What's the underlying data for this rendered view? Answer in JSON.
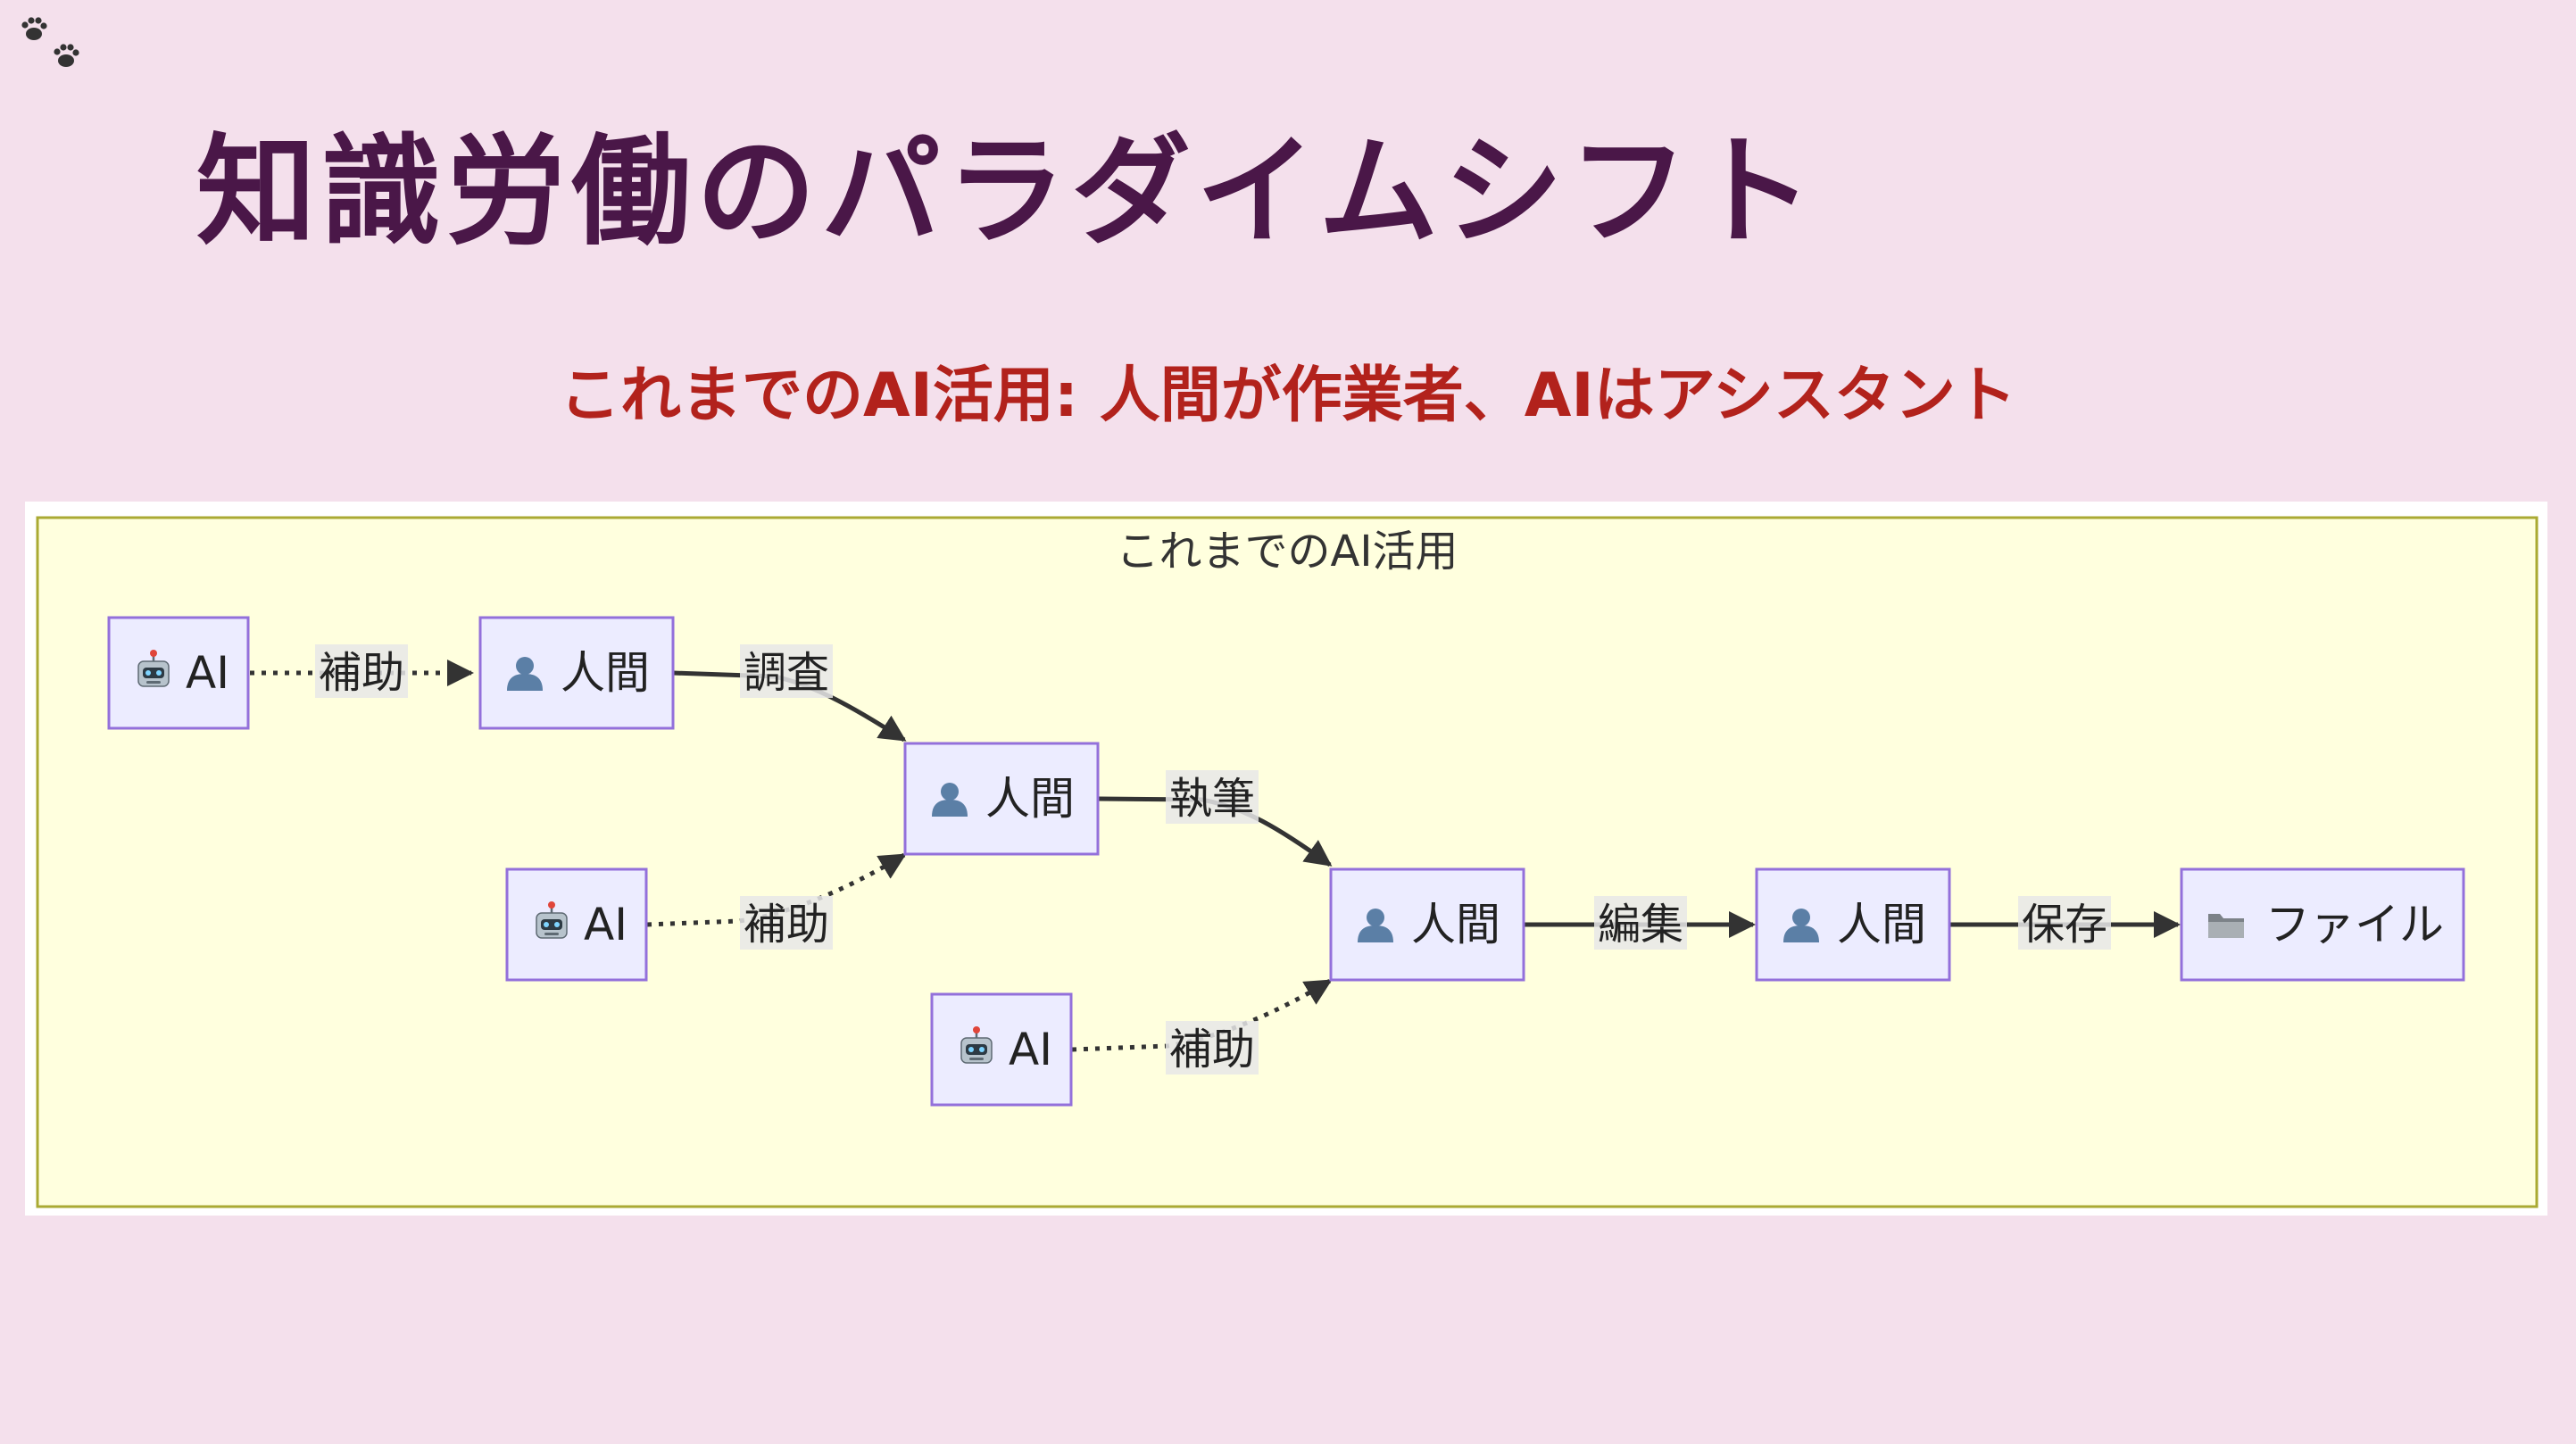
{
  "title": "知識労働のパラダイムシフト",
  "subtitle": "これまでのAI活用: 人間が作業者、AIはアシスタント",
  "icons": {
    "logo": "paw-prints-icon",
    "ai": "robot-icon",
    "human": "person-icon",
    "file": "folder-icon"
  },
  "colors": {
    "background": "#f4e0ec",
    "title": "#4a1748",
    "subtitle": "#b2221c",
    "cluster_fill": "#ffffde",
    "cluster_border": "#aaaa33",
    "node_fill": "#ececff",
    "node_border": "#9370db"
  },
  "diagram": {
    "cluster_label": "これまでのAI活用",
    "nodes": {
      "ai1": "AI",
      "human1": "人間",
      "human2": "人間",
      "ai2": "AI",
      "human3": "人間",
      "ai3": "AI",
      "human4": "人間",
      "file": "ファイル"
    },
    "edges": {
      "ai1_human1": "補助",
      "human1_human2": "調査",
      "ai2_human2": "補助",
      "human2_human3": "執筆",
      "ai3_human3": "補助",
      "human3_human4": "編集",
      "human4_file": "保存"
    }
  }
}
